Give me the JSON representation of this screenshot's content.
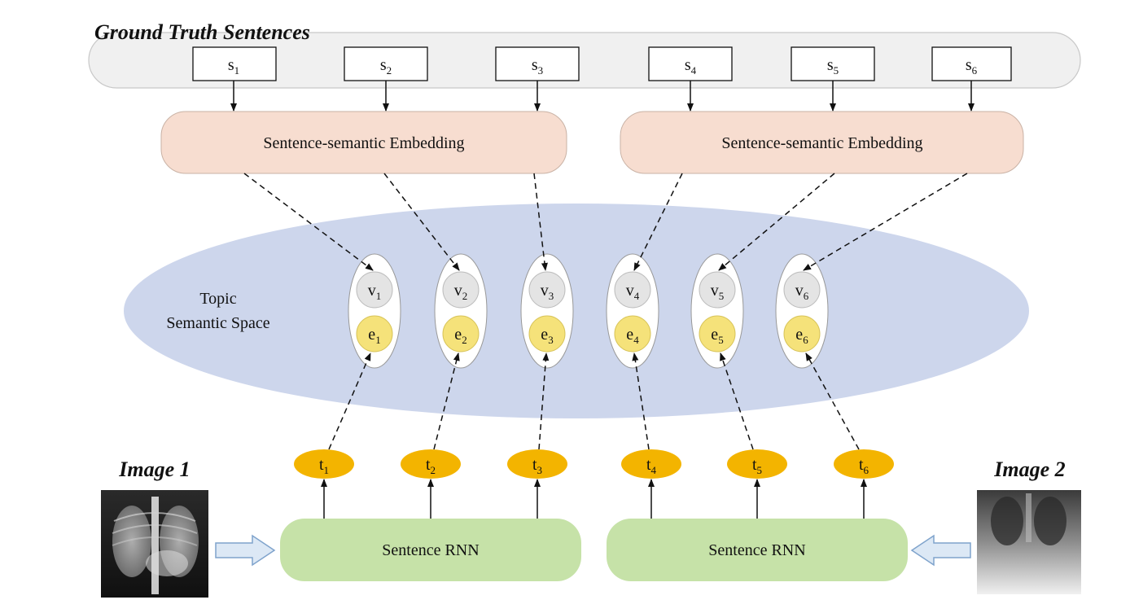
{
  "header": {
    "ground_truth_title": "Ground Truth Sentences"
  },
  "sentences": [
    {
      "base": "s",
      "sub": "1"
    },
    {
      "base": "s",
      "sub": "2"
    },
    {
      "base": "s",
      "sub": "3"
    },
    {
      "base": "s",
      "sub": "4"
    },
    {
      "base": "s",
      "sub": "5"
    },
    {
      "base": "s",
      "sub": "6"
    }
  ],
  "embedding_label": "Sentence-semantic Embedding",
  "topic_space": {
    "line1": "Topic",
    "line2": "Semantic Space"
  },
  "v_nodes": [
    {
      "base": "v",
      "sub": "1"
    },
    {
      "base": "v",
      "sub": "2"
    },
    {
      "base": "v",
      "sub": "3"
    },
    {
      "base": "v",
      "sub": "4"
    },
    {
      "base": "v",
      "sub": "5"
    },
    {
      "base": "v",
      "sub": "6"
    }
  ],
  "e_nodes": [
    {
      "base": "e",
      "sub": "1"
    },
    {
      "base": "e",
      "sub": "2"
    },
    {
      "base": "e",
      "sub": "3"
    },
    {
      "base": "e",
      "sub": "4"
    },
    {
      "base": "e",
      "sub": "5"
    },
    {
      "base": "e",
      "sub": "6"
    }
  ],
  "t_nodes": [
    {
      "base": "t",
      "sub": "1"
    },
    {
      "base": "t",
      "sub": "2"
    },
    {
      "base": "t",
      "sub": "3"
    },
    {
      "base": "t",
      "sub": "4"
    },
    {
      "base": "t",
      "sub": "5"
    },
    {
      "base": "t",
      "sub": "6"
    }
  ],
  "rnn_label": "Sentence RNN",
  "images": {
    "image1_label": "Image 1",
    "image2_label": "Image 2"
  },
  "colors": {
    "gt_band": "#f0f0f0",
    "embedding": "#f7ddd0",
    "topic_space": "#cdd6ec",
    "v_node": "#e4e4e4",
    "e_node": "#f5e27a",
    "t_node": "#f3b400",
    "rnn": "#c6e2a8",
    "arrow_fill": "#dce8f5",
    "arrow_stroke": "#7fa3cc"
  }
}
